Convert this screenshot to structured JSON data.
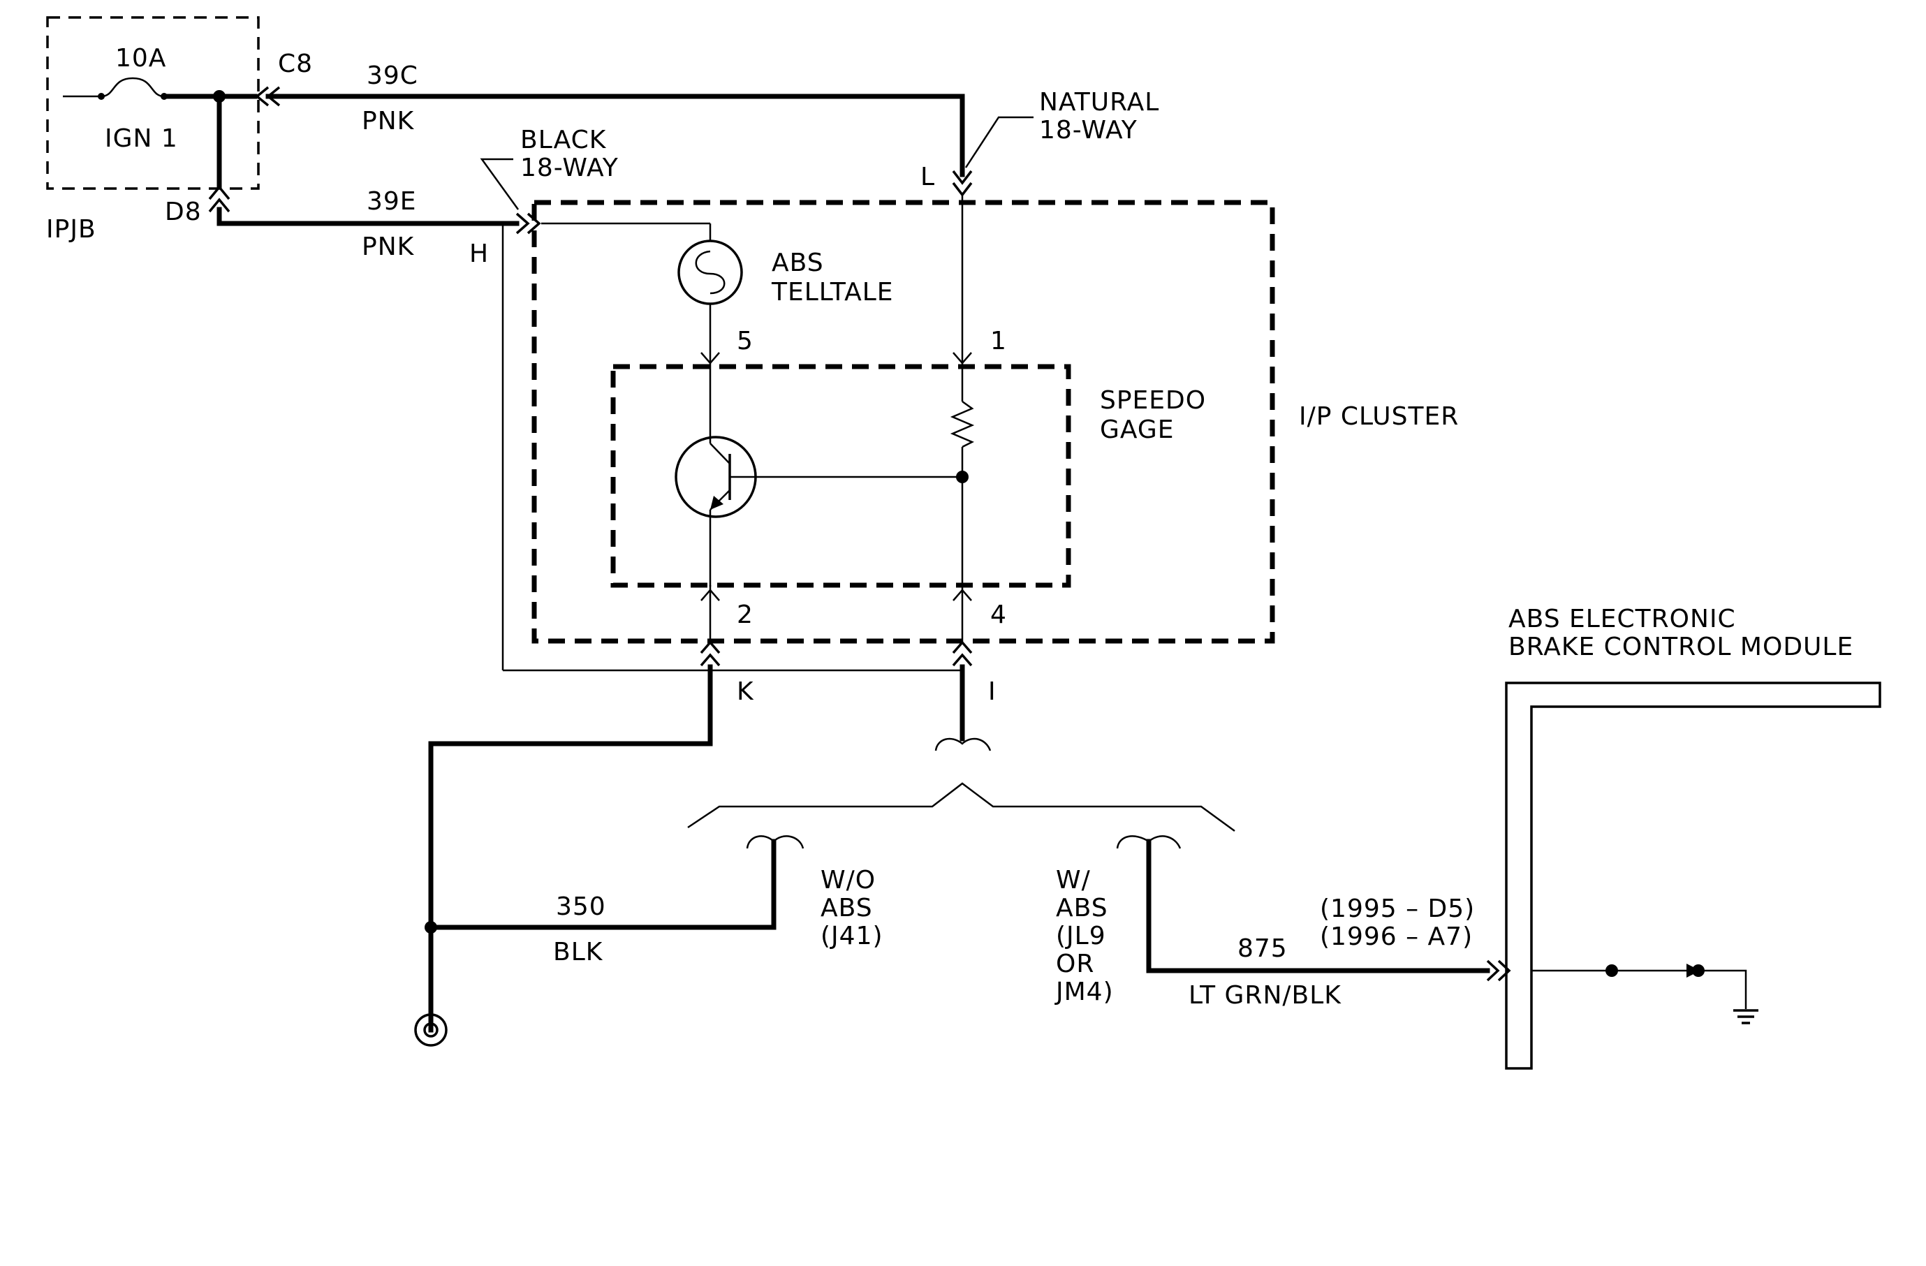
{
  "labels": {
    "fuse_rating": "10A",
    "fuse_name": "IGN 1",
    "ipjb": "IPJB",
    "conn_c8": "C8",
    "conn_d8": "D8",
    "wire_39c": "39C",
    "wire_39c_color": "PNK",
    "wire_39e": "39E",
    "wire_39e_color": "PNK",
    "black_connector_1": "BLACK",
    "black_connector_2": "18-WAY",
    "natural_connector_1": "NATURAL",
    "natural_connector_2": "18-WAY",
    "pin_l": "L",
    "pin_h": "H",
    "pin_k": "K",
    "pin_i": "I",
    "abs_telltale_1": "ABS",
    "abs_telltale_2": "TELLTALE",
    "pin_5": "5",
    "pin_1": "1",
    "pin_2": "2",
    "pin_4": "4",
    "speedo_1": "SPEEDO",
    "speedo_2": "GAGE",
    "ip_cluster": "I/P CLUSTER",
    "wo_abs_1": "W/O",
    "wo_abs_2": "ABS",
    "wo_abs_3": "(J41)",
    "w_abs_1": "W/",
    "w_abs_2": "ABS",
    "w_abs_3": "(JL9",
    "w_abs_4": "OR",
    "w_abs_5": "JM4)",
    "wire_350": "350",
    "wire_350_color": "BLK",
    "wire_875": "875",
    "wire_875_color": "LT GRN/BLK",
    "module_1": "ABS ELECTRONIC",
    "module_2": "BRAKE CONTROL MODULE",
    "year_1995": "(1995 – D5)",
    "year_1996": "(1996 – A7)"
  }
}
